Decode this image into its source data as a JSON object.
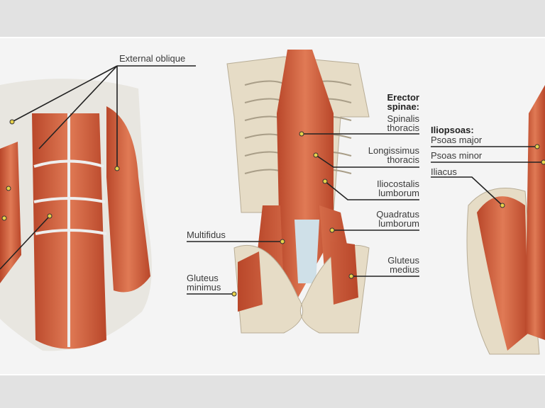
{
  "labels": {
    "external_oblique": "External oblique",
    "erector_spinae": "Erector spinae:",
    "spinalis_thoracis": "Spinalis thoracis",
    "longissimus_thoracis": "Longissimus thoracis",
    "iliocostalis_lumborum": "Iliocostalis lumborum",
    "quadratus_lumborum": "Quadratus lumborum",
    "gluteus_medius": "Gluteus medius",
    "multifidus": "Multifidus",
    "gluteus_minimus": "Gluteus minimus",
    "iliopsoas": "Iliopsoas:",
    "psoas_major": "Psoas major",
    "psoas_minor": "Psoas minor",
    "iliacus": "Iliacus"
  },
  "colors": {
    "muscle": "#d2633f",
    "bone": "#e6dcc6",
    "fascia": "#dcdcdc",
    "pin": "#e8d24a"
  }
}
